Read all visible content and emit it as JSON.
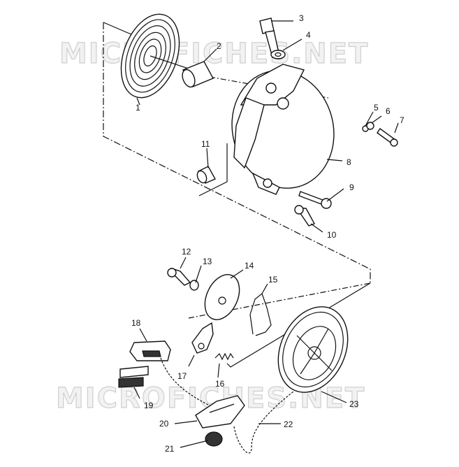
{
  "watermark": {
    "text": "MICROFICHES.NET",
    "color": "#d0d0d0"
  },
  "callouts": [
    "1",
    "2",
    "3",
    "4",
    "5",
    "6",
    "7",
    "8",
    "9",
    "10",
    "11",
    "12",
    "13",
    "14",
    "15",
    "16",
    "17",
    "18",
    "19",
    "20",
    "21",
    "22",
    "23"
  ]
}
